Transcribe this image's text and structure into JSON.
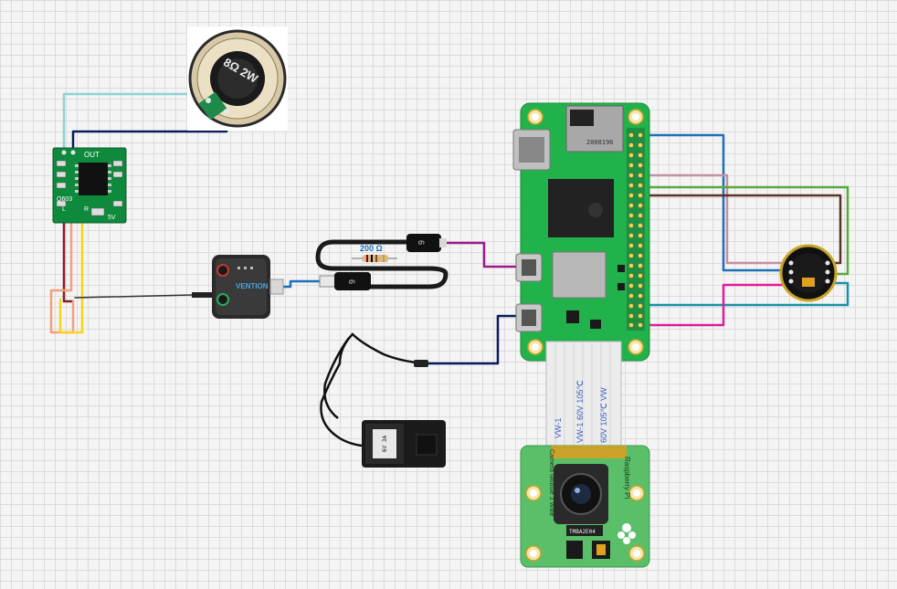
{
  "speaker": {
    "label": "8Ω 2W"
  },
  "amplifier": {
    "out_label": "OUT",
    "chip_label": "Q603",
    "left_label": "L",
    "right_label": "R",
    "power_label": "5V"
  },
  "usb_audio": {
    "brand": "VENTION"
  },
  "resistor": {
    "label": "200 Ω"
  },
  "usb_cable": {
    "plug_label_top": "6",
    "plug_label_bottom": "6"
  },
  "pi": {
    "chip_label": "2008196"
  },
  "ribbon": {
    "markings_col1": "VW-1",
    "markings_col2": "VW-1  60V  105℃",
    "markings_col3": "60V  105℃  VW"
  },
  "camera": {
    "board_text_1": "Camera Module 3 Wide",
    "board_text_2": "Raspberry Pi",
    "sensor_label": "TMBA2E04"
  },
  "adapter": {
    "label": "6V 3A"
  },
  "colors": {
    "wire_cyan": "#8fd3d0",
    "wire_navy": "#0a1a5c",
    "wire_blue": "#1c6fb8",
    "wire_magenta": "#9b1a8e",
    "wire_pink": "#e21a9e",
    "wire_green": "#5aa83c",
    "wire_brown": "#5a3226",
    "wire_mauve": "#c48fa5",
    "wire_teal": "#1891a8",
    "wire_darkred": "#8a1a2a",
    "wire_salmon": "#f4a07a",
    "wire_yellow": "#f7d51a",
    "pcb_green": "#22b24c"
  }
}
